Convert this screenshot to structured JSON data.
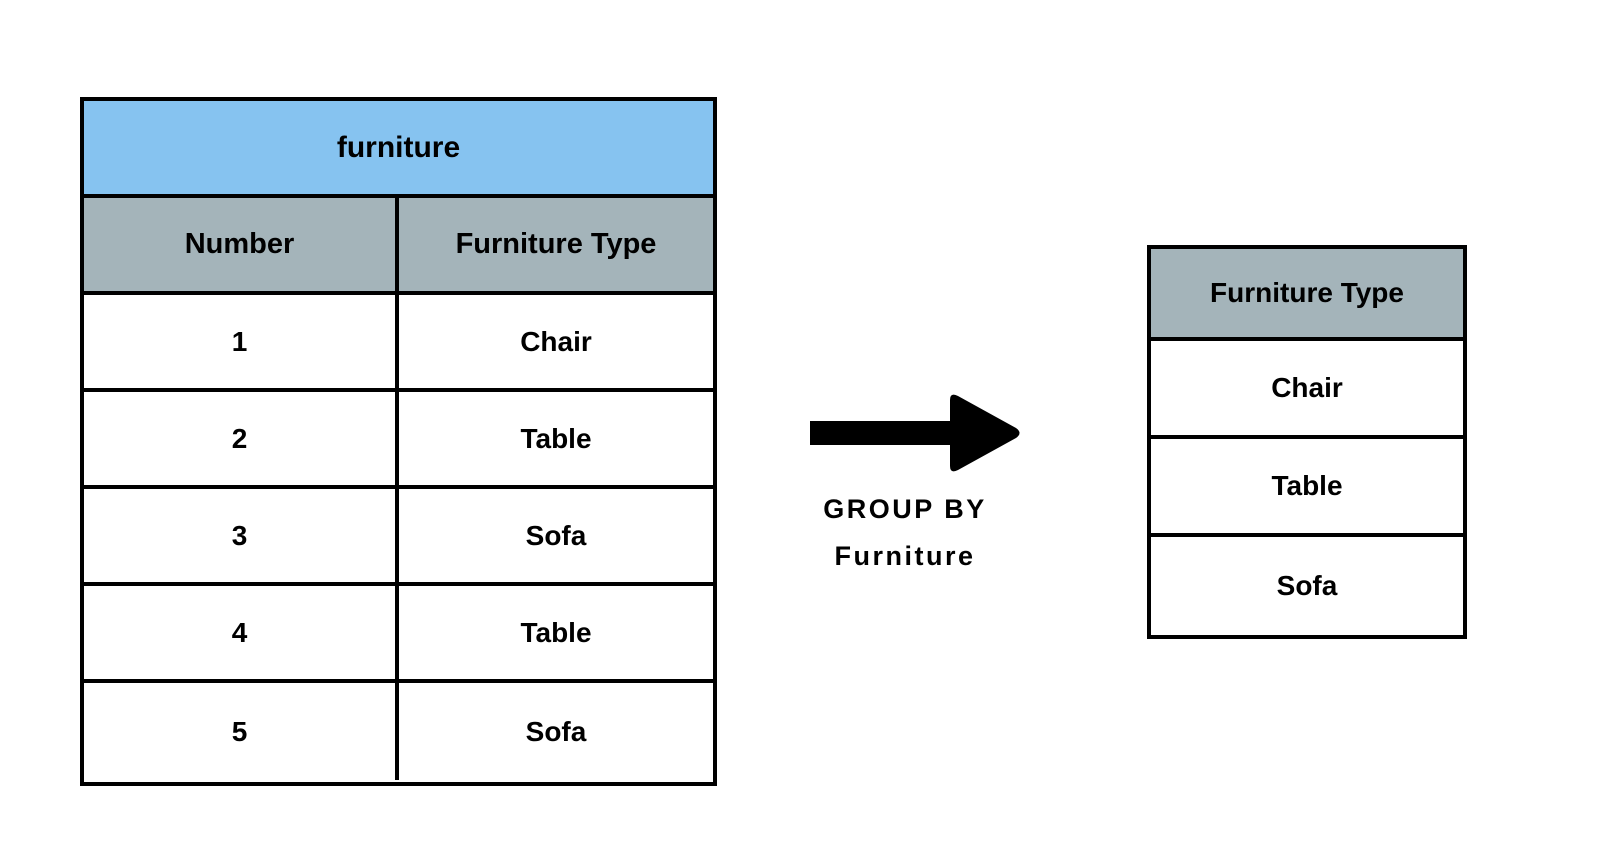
{
  "diagram": {
    "type": "sql-group-by-illustration",
    "colors": {
      "title_band": "#86C3F0",
      "header_band": "#A4B4BA",
      "cell_background": "#FFFFFF",
      "border": "#000000",
      "text": "#000000",
      "arrow": "#000000"
    }
  },
  "source_table": {
    "title": "furniture",
    "columns": [
      "Number",
      "Furniture Type"
    ],
    "rows": [
      {
        "number": "1",
        "furniture_type": "Chair"
      },
      {
        "number": "2",
        "furniture_type": "Table"
      },
      {
        "number": "3",
        "furniture_type": "Sofa"
      },
      {
        "number": "4",
        "furniture_type": "Table"
      },
      {
        "number": "5",
        "furniture_type": "Sofa"
      }
    ]
  },
  "operation": {
    "icon": "right-arrow-icon",
    "caption_line_1": "GROUP BY",
    "caption_line_2": "Furniture"
  },
  "result_table": {
    "columns": [
      "Furniture Type"
    ],
    "rows": [
      {
        "furniture_type": "Chair"
      },
      {
        "furniture_type": "Table"
      },
      {
        "furniture_type": "Sofa"
      }
    ]
  }
}
